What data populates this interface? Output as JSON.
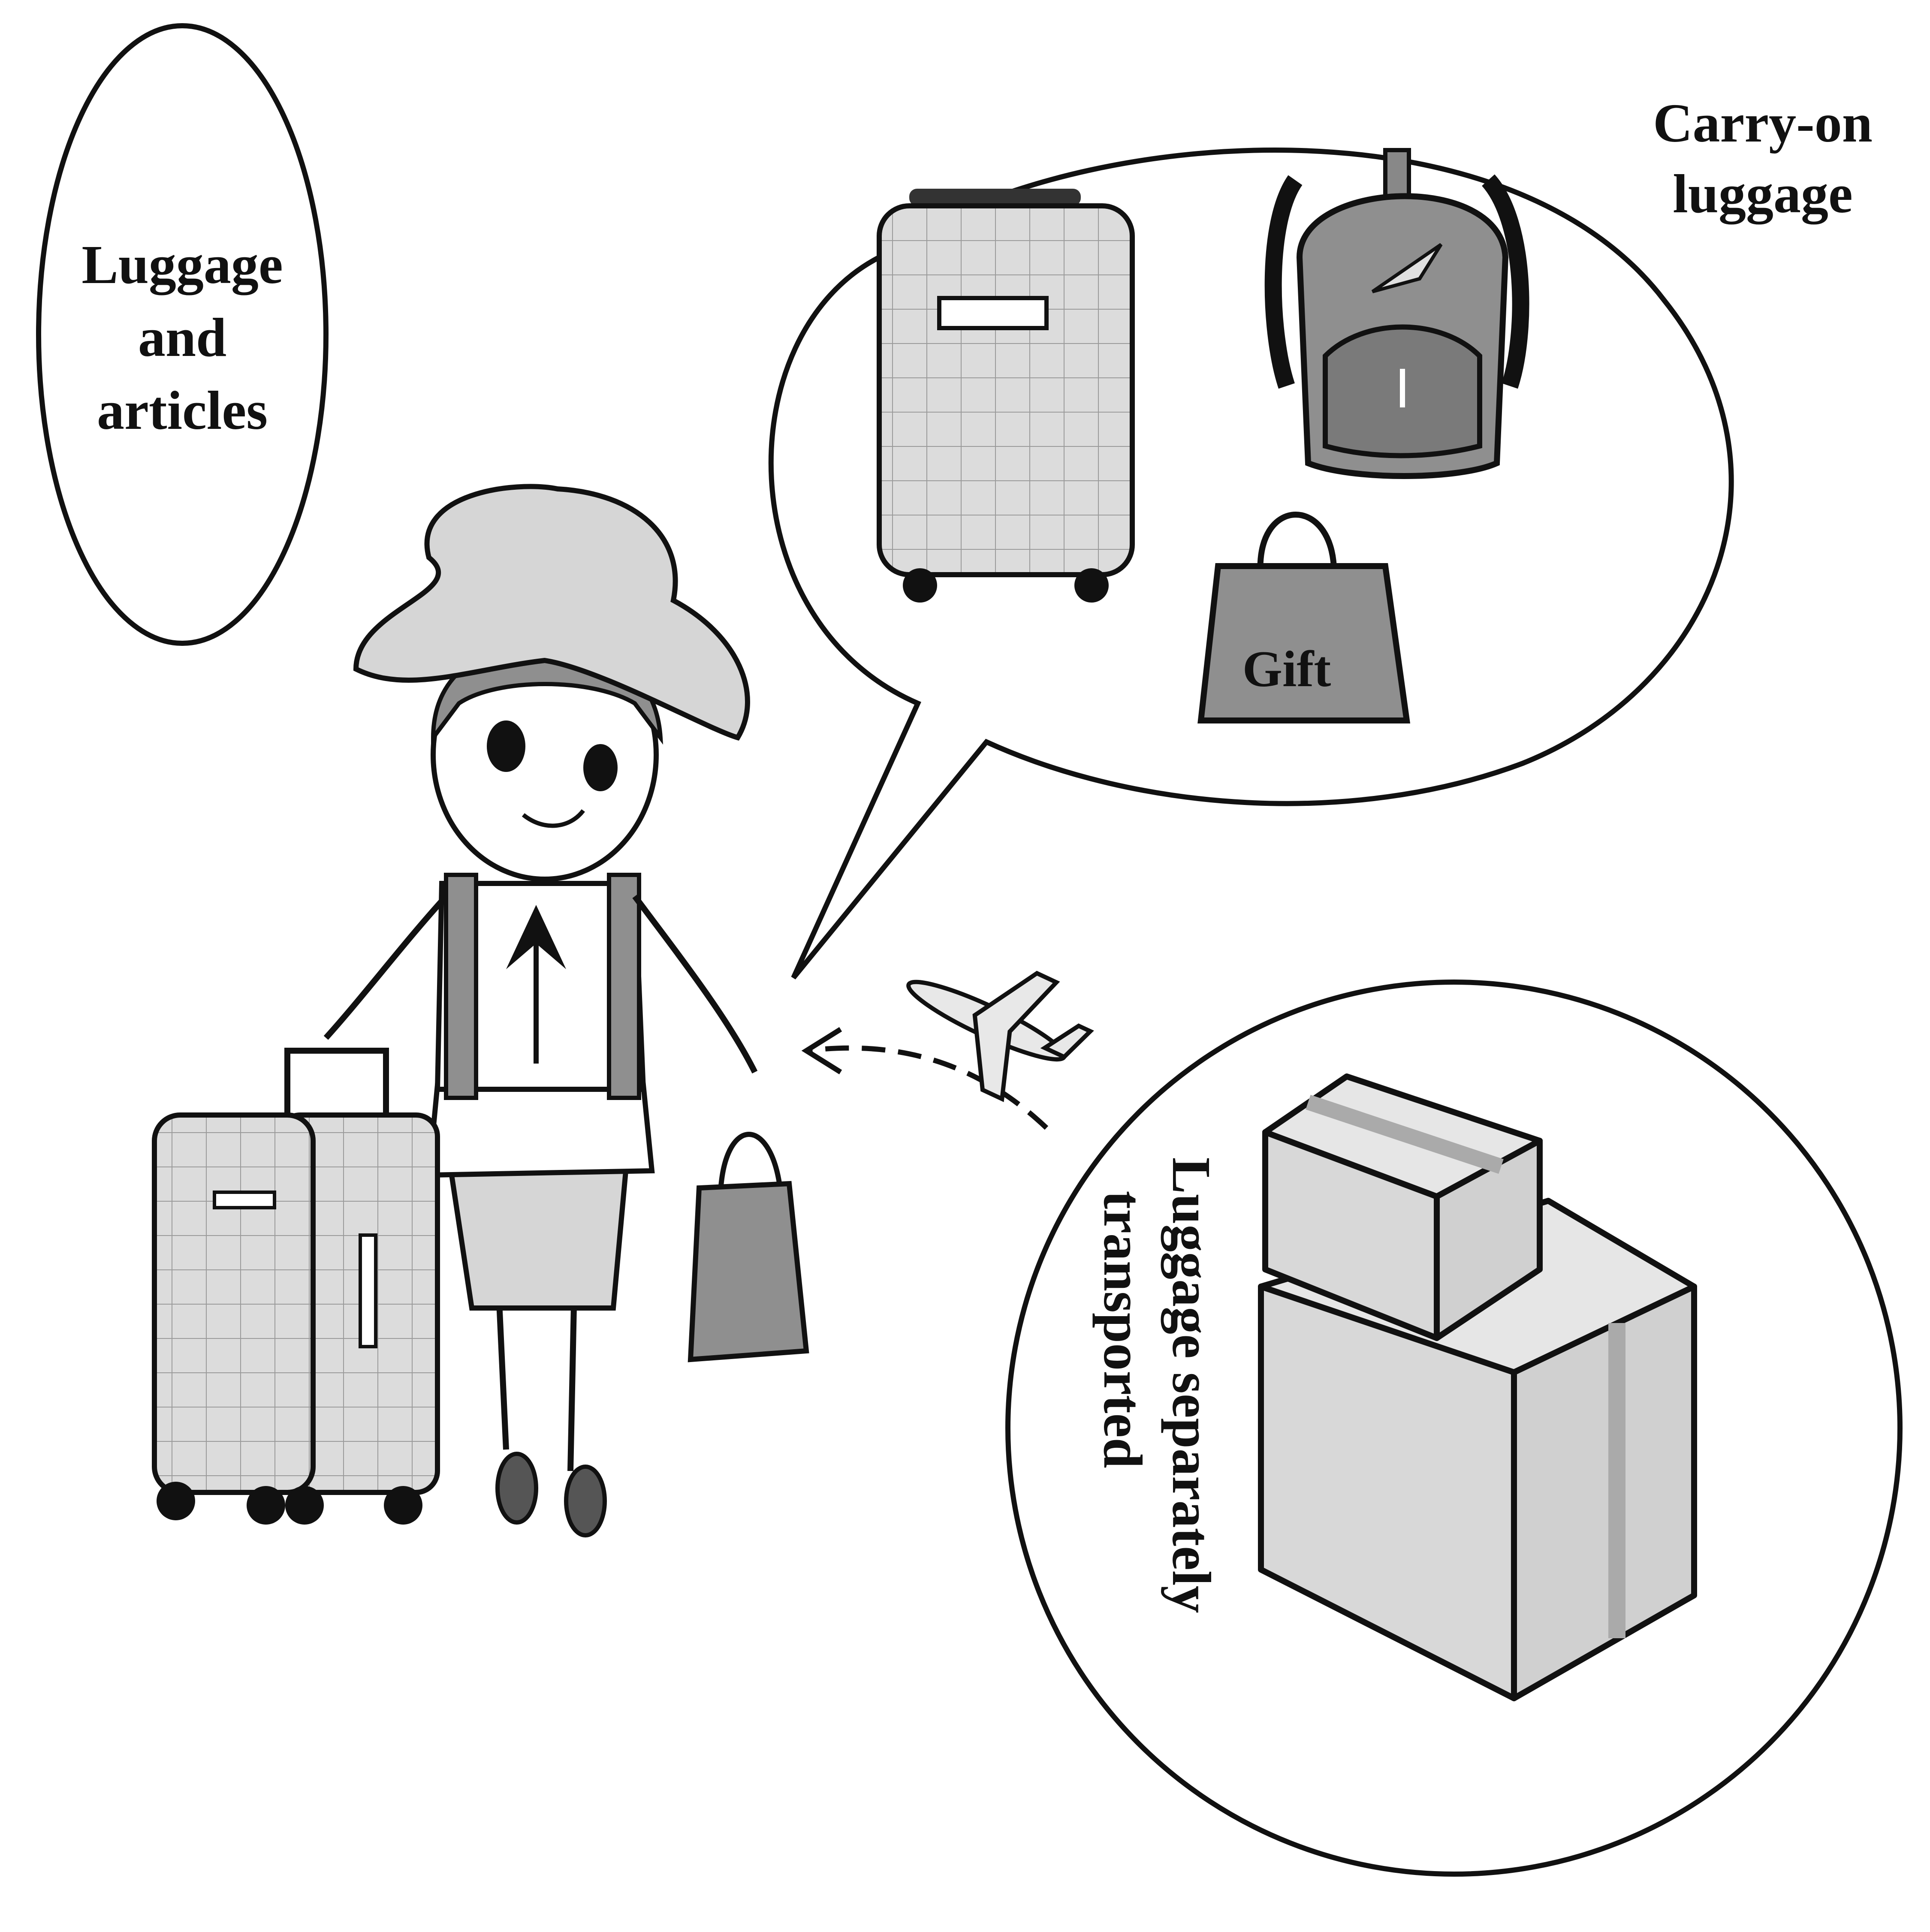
{
  "labels": {
    "luggage_and_articles": [
      "Luggage",
      "and",
      "articles"
    ],
    "carry_on": [
      "Carry-on",
      "luggage"
    ],
    "gift": "Gift",
    "separately": [
      "Luggage separately",
      "transported"
    ]
  },
  "colors": {
    "ink": "#111111",
    "light_gray": "#d6d6d6",
    "mid_gray": "#8f8f8f",
    "dark_gray": "#6a6a6a",
    "background": "#ffffff"
  },
  "icons": [
    "suitcase-icon",
    "backpack-icon",
    "gift-bag-icon",
    "airplane-icon",
    "cardboard-box-icon",
    "traveler-figure"
  ]
}
